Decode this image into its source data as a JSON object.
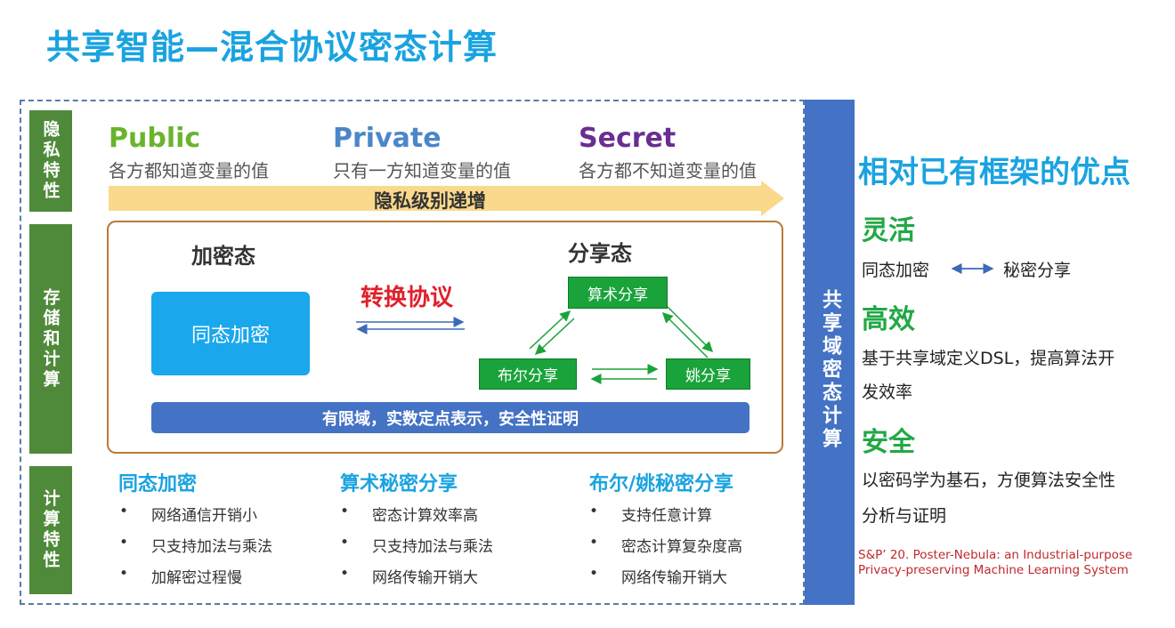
{
  "title": "共享智能—混合协议密态计算",
  "side_labels": [
    "隐私特性",
    "存储和计算",
    "计算特性"
  ],
  "privacy_levels": [
    {
      "name": "Public",
      "desc": "各方都知道变量的值",
      "color": "#6ab42d"
    },
    {
      "name": "Private",
      "desc": "只有一方知道变量的值",
      "color": "#4a86c8"
    },
    {
      "name": "Secret",
      "desc": "各方都不知道变量的值",
      "color": "#6a2d91"
    }
  ],
  "privacy_arrow": "隐私级别递增",
  "storage": {
    "encrypted_state": "加密态",
    "he_box": "同态加密",
    "convert": "转换协议",
    "share_state": "分享态",
    "arith": "算术分享",
    "bool": "布尔分享",
    "yao": "姚分享",
    "bar": "有限域，实数定点表示，安全性证明"
  },
  "columns": [
    {
      "heading": "同态加密",
      "items": [
        "网络通信开销小",
        "只支持加法与乘法",
        "加解密过程慢"
      ]
    },
    {
      "heading": "算术秘密分享",
      "items": [
        "密态计算效率高",
        "只支持加法与乘法",
        "网络传输开销大"
      ]
    },
    {
      "heading": "布尔/姚秘密分享",
      "items": [
        "支持任意计算",
        "密态计算复杂度高",
        "网络传输开销大"
      ]
    }
  ],
  "vertical_bar": "共享域密态计算",
  "advantages": {
    "heading": "相对已有框架的优点",
    "flex": "灵活",
    "flex_left": "同态加密",
    "flex_right": "秘密分享",
    "efficient": "高效",
    "efficient_text_1": "基于共享域定义DSL，提高算法开",
    "efficient_text_2": "发效率",
    "secure": "安全",
    "secure_text_1": "以密码学为基石，方便算法安全性",
    "secure_text_2": "分析与证明"
  },
  "citation": [
    "S&P’  20. Poster-Nebula: an Industrial-purpose",
    "Privacy-preserving Machine Learning System"
  ]
}
